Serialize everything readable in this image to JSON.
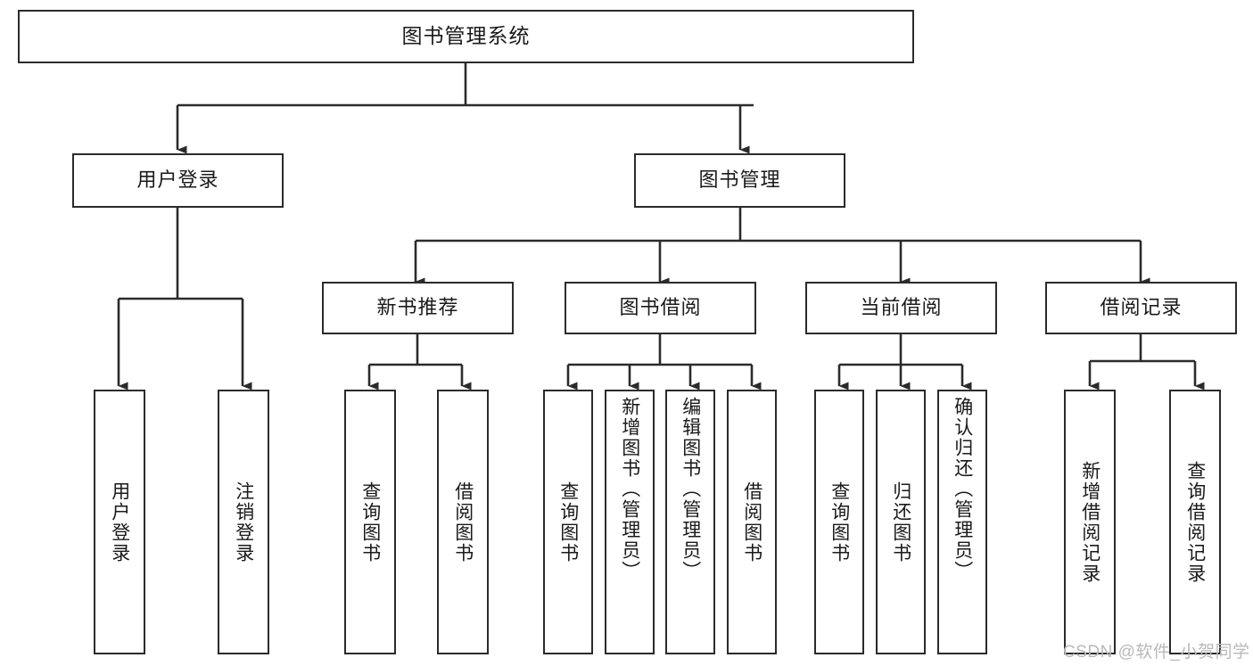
{
  "diagram": {
    "type": "tree-hierarchy",
    "title_text": "图书管理系统",
    "watermark": "CSDN @软件_小贺同学",
    "colors": {
      "stroke": "#2b2b2b",
      "fill": "#ffffff",
      "text": "#1a1a1a",
      "watermark": "#b9b9b9"
    },
    "nodes": {
      "root": {
        "label": "图书管理系统"
      },
      "level1": [
        {
          "id": "user-login",
          "label": "用户登录"
        },
        {
          "id": "book-manage",
          "label": "图书管理"
        }
      ],
      "level2": [
        {
          "id": "new-book-rec",
          "label": "新书推荐"
        },
        {
          "id": "book-borrow",
          "label": "图书借阅"
        },
        {
          "id": "current-borrow",
          "label": "当前借阅"
        },
        {
          "id": "borrow-record",
          "label": "借阅记录"
        }
      ],
      "leaves": {
        "user_login": [
          {
            "id": "leaf-user-login",
            "label": "用户登录"
          },
          {
            "id": "leaf-logout-login",
            "label": "注销登录"
          }
        ],
        "new_book_rec": [
          {
            "id": "leaf-query-book-1",
            "label": "查询图书"
          },
          {
            "id": "leaf-borrow-book-1",
            "label": "借阅图书"
          }
        ],
        "book_borrow": [
          {
            "id": "leaf-query-book-2",
            "label": "查询图书"
          },
          {
            "id": "leaf-add-book",
            "label": "新增图书（管理员）"
          },
          {
            "id": "leaf-edit-book",
            "label": "编辑图书（管理员）"
          },
          {
            "id": "leaf-borrow-book-2",
            "label": "借阅图书"
          }
        ],
        "current_borrow": [
          {
            "id": "leaf-query-book-3",
            "label": "查询图书"
          },
          {
            "id": "leaf-return-book",
            "label": "归还图书"
          },
          {
            "id": "leaf-confirm-return",
            "label": "确认归还（管理员）"
          }
        ],
        "borrow_record": [
          {
            "id": "leaf-add-record",
            "label": "新增借阅记录"
          },
          {
            "id": "leaf-query-record",
            "label": "查询借阅记录"
          }
        ]
      }
    }
  }
}
